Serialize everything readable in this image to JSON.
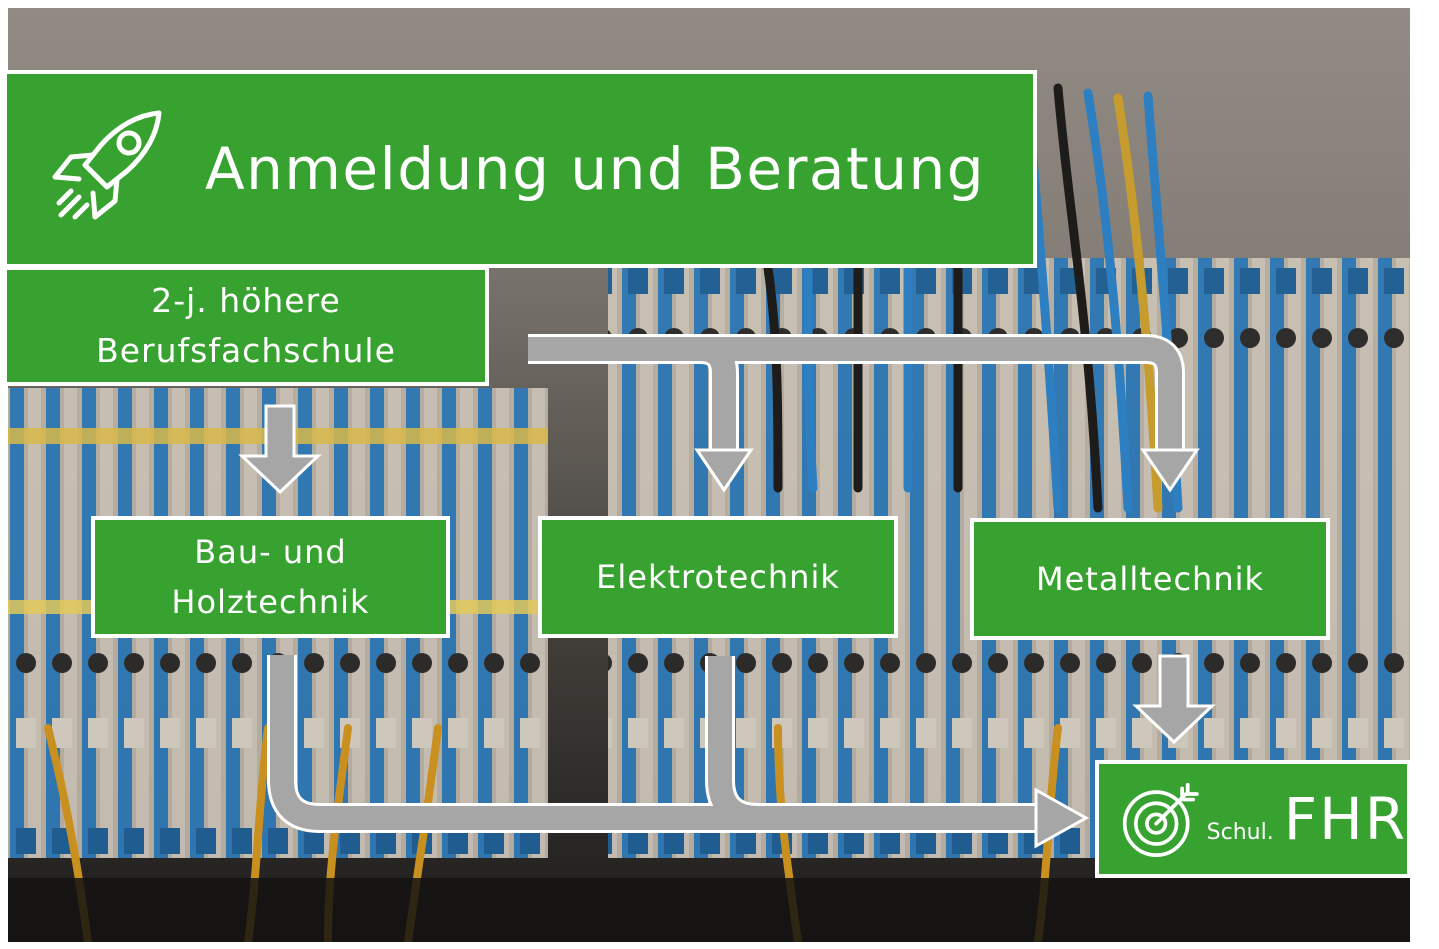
{
  "header": {
    "title": "Anmeldung und Beratung",
    "icon": "rocket-icon"
  },
  "school": {
    "line1": "2-j. höhere",
    "line2": "Berufsfachschule"
  },
  "tracks": [
    {
      "line1": "Bau- und",
      "line2": "Holztechnik"
    },
    {
      "label": "Elektrotechnik"
    },
    {
      "label": "Metalltechnik"
    }
  ],
  "goal": {
    "prefix": "Schul.",
    "label": "FHR",
    "icon": "target-icon"
  },
  "colors": {
    "box_green": "#37a22f",
    "border": "#ffffff",
    "arrow": "#a6a6a6"
  }
}
